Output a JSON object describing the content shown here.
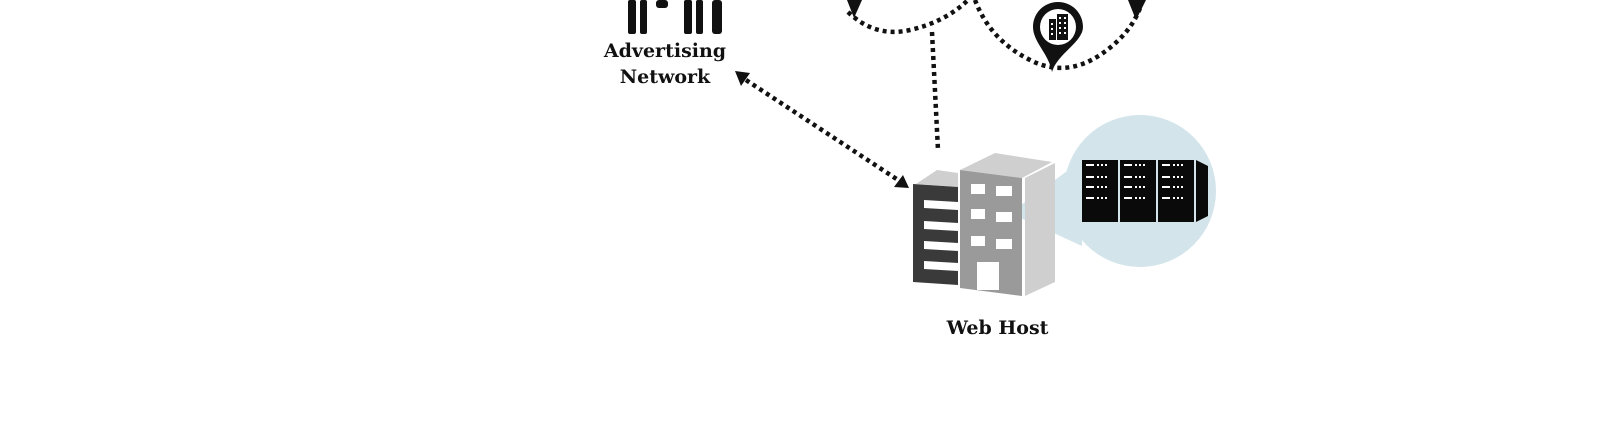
{
  "nodes": {
    "advertising_network": {
      "label_line1": "Advertising",
      "label_line2": "Network",
      "icon": "people-icon"
    },
    "web_host": {
      "label": "Web Host",
      "icon": "office-building-icon",
      "zoom_icon": "server-rack-icon"
    },
    "location": {
      "icon": "map-pin-building-icon"
    }
  },
  "colors": {
    "ink": "#111111",
    "building_dark": "#3a3a3a",
    "building_mid": "#9a9a9a",
    "building_light": "#cfcfcf",
    "callout_bg": "#d3e4ea",
    "server": "#0a0a0a"
  }
}
